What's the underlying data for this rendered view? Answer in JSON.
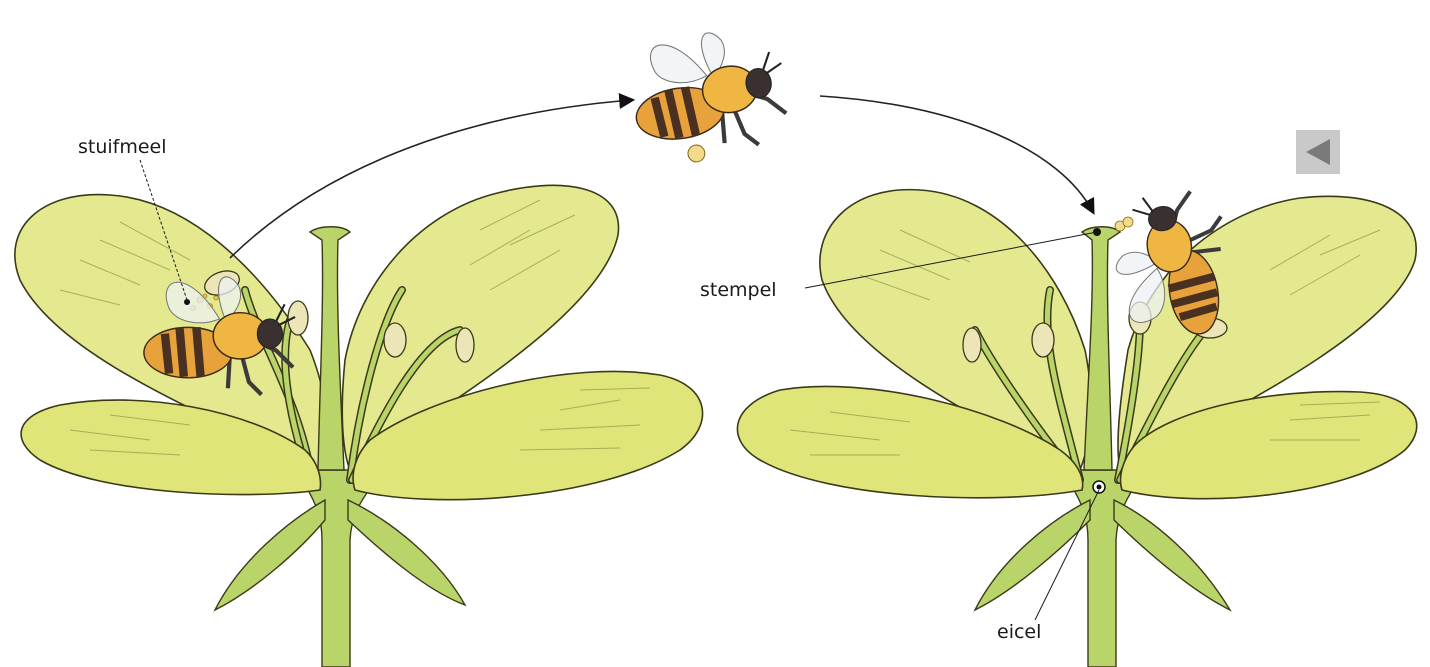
{
  "labels": {
    "stuifmeel": "stuifmeel",
    "stempel": "stempel",
    "eicel": "eicel"
  },
  "colors": {
    "petal": "#e4e98f",
    "stem": "#b9d468",
    "bee_body": "#e8a23c",
    "bee_stripe": "#4a3020"
  },
  "icons": {
    "back_button": "triangle-left-icon"
  }
}
